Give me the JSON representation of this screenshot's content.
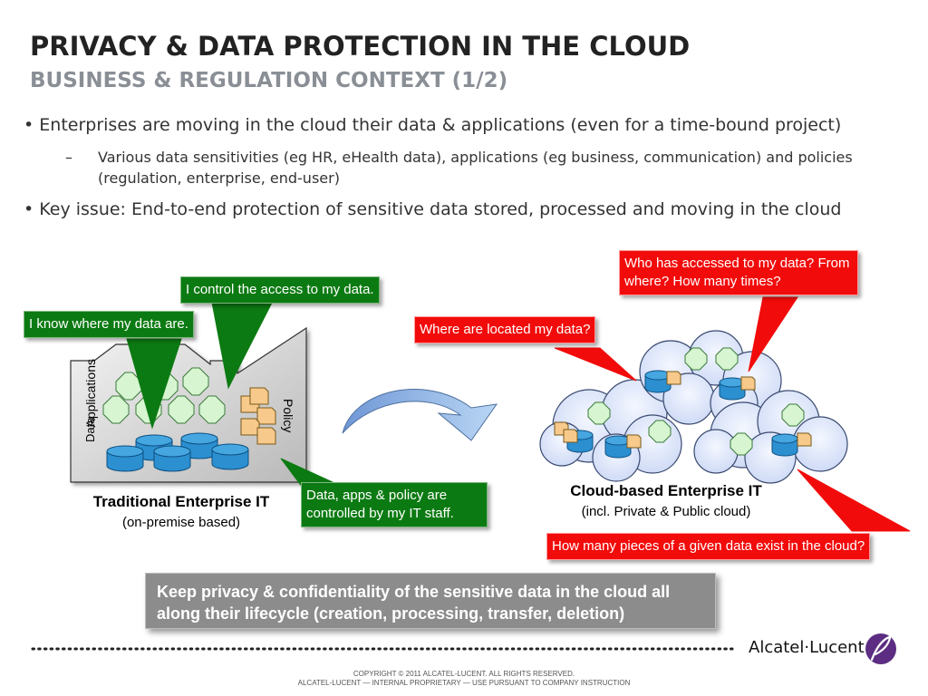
{
  "header": {
    "title": "PRIVACY & DATA PROTECTION IN THE CLOUD",
    "subtitle": "BUSINESS & REGULATION CONTEXT (1/2)"
  },
  "bullets": [
    {
      "text": "Enterprises are moving in the cloud their data & applications (even for a time-bound project)"
    },
    {
      "text": "Key issue: End-to-end protection of sensitive data stored, processed and moving in the cloud"
    }
  ],
  "sub_bullet": {
    "dash": "–",
    "text": "Various data sensitivities (eg HR, eHealth data), applications (eg business, communication) and policies (regulation, enterprise, end-user)"
  },
  "traditional": {
    "label_applications": "Applications",
    "label_data": "Data",
    "label_policy": "Policy",
    "caption_title": "Traditional Enterprise IT",
    "caption_sub": "(on-premise based)"
  },
  "cloud": {
    "caption_title": "Cloud-based Enterprise IT",
    "caption_sub": "(incl. Private & Public cloud)"
  },
  "callouts": {
    "control_access": "I control the access to my data.",
    "know_where": "I know where my data are.",
    "controlled_by_staff": "Data, apps & policy are controlled by my IT staff.",
    "who_accessed": "Who has accessed to my data? From where? How many times?",
    "where_located": "Where are located my data?",
    "how_many_pieces": "How many pieces of a given data exist in the cloud?"
  },
  "key_message": "Keep privacy & confidentiality of the sensitive data in the cloud all along their lifecycle (creation, processing, transfer, deletion)",
  "brand": {
    "name": "Alcatel·Lucent"
  },
  "footer": {
    "line1": "COPYRIGHT © 2011 ALCATEL-LUCENT.  ALL RIGHTS RESERVED.",
    "line2": "ALCATEL-LUCENT — INTERNAL PROPRIETARY —  USE PURSUANT TO COMPANY INSTRUCTION"
  },
  "colors": {
    "green_callout": "#0c7a12",
    "red_callout": "#f20b0b",
    "hex_fill": "#d6f5d0",
    "db_fill": "#2b8fd0",
    "cloud_fill": "#dde6fb",
    "arrow_fill": "#7aa0d8",
    "brand_purple": "#5c2d82"
  }
}
